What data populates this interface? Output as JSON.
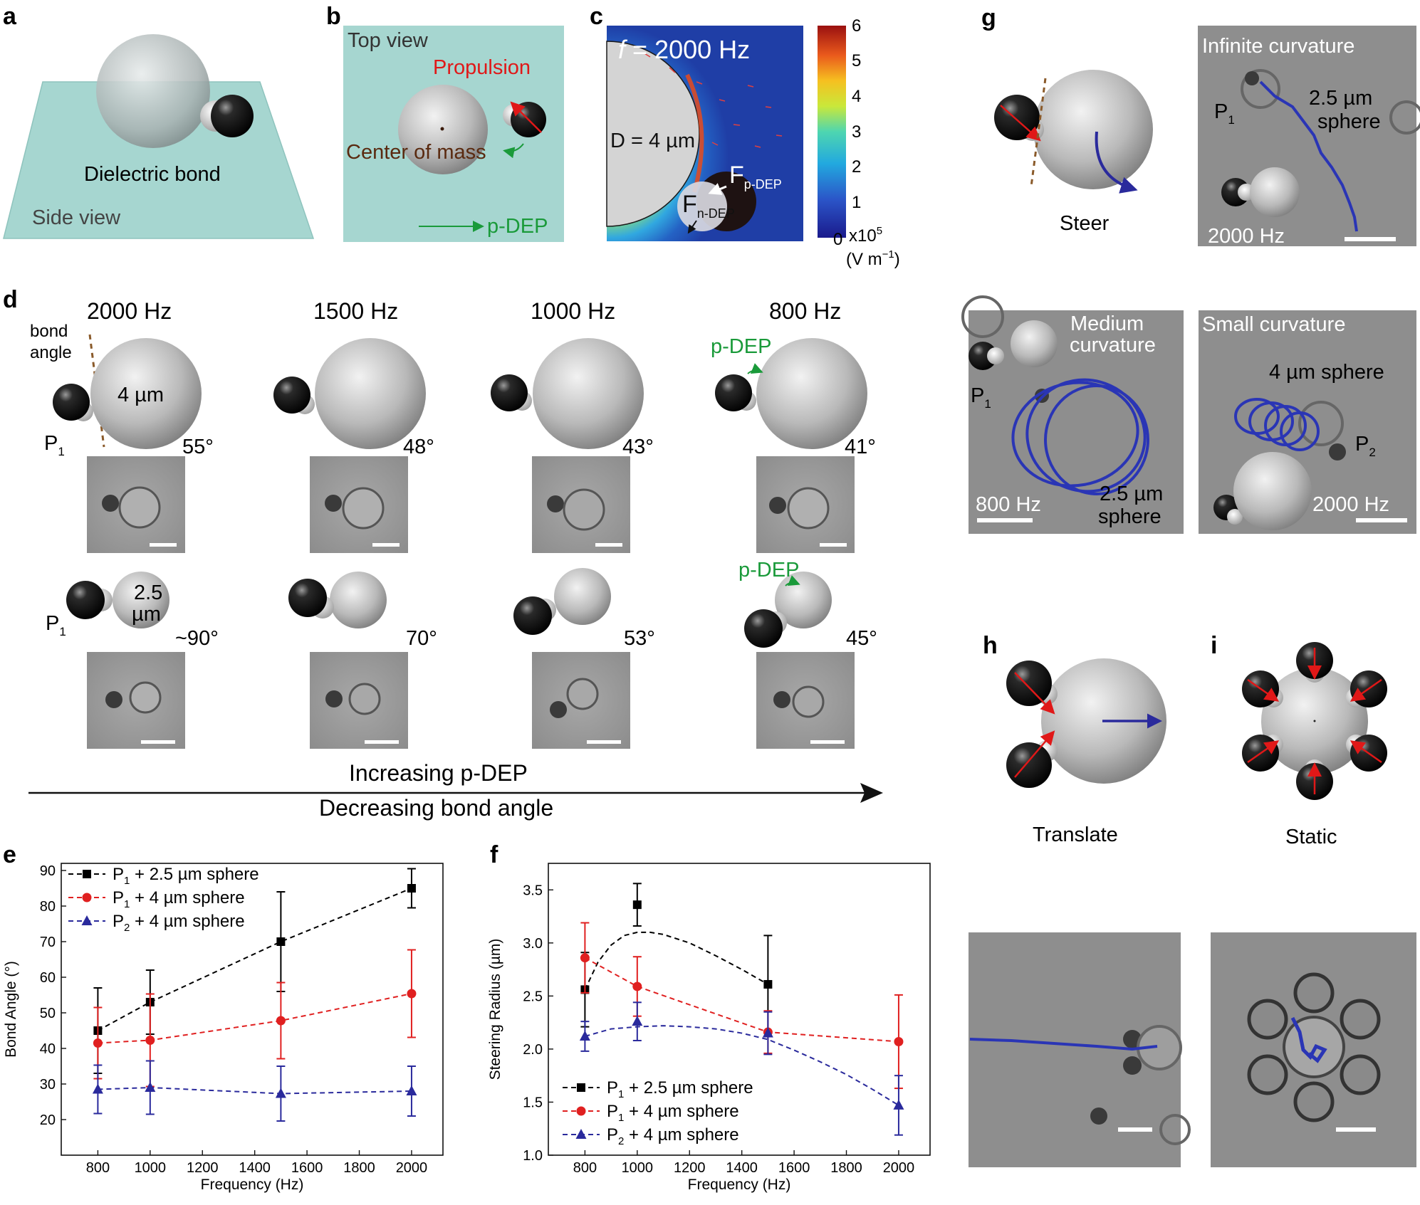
{
  "panels": {
    "a": {
      "label": "a",
      "bond": "Dielectric bond",
      "view": "Side view"
    },
    "b": {
      "label": "b",
      "view": "Top view",
      "propulsion": "Propulsion",
      "com": "Center of mass",
      "pdep": "p-DEP"
    },
    "c": {
      "label": "c",
      "f_italic": "f",
      "freq": " = 2000 Hz",
      "d": "D = 4 µm",
      "fn": "F",
      "fn_sub": "n-DEP",
      "fp": "F",
      "fp_sub": "p-DEP",
      "cbar_ticks": [
        "6",
        "5",
        "4",
        "3",
        "2",
        "1",
        "0"
      ],
      "cbar_unit1": "x10",
      "cbar_exp": "5",
      "cbar_unit2": "(V m",
      "cbar_unit2_exp": "−1",
      "cbar_unit2_end": ")"
    },
    "d": {
      "label": "d",
      "freqs": [
        "2000 Hz",
        "1500 Hz",
        "1000 Hz",
        "800 Hz"
      ],
      "bond_angle": "bond\nangle",
      "bond_angle_1": "bond",
      "bond_angle_2": "angle",
      "size4": "4 µm",
      "size25_1": "2.5",
      "size25_2": "µm",
      "p1": "P",
      "p1_sub": "1",
      "angles_4um": [
        "55°",
        "48°",
        "43°",
        "41°"
      ],
      "angles_25um": [
        "~90°",
        "70°",
        "53°",
        "45°"
      ],
      "pdep": "p-DEP",
      "increasing": "Increasing p-DEP",
      "decreasing": "Decreasing bond angle"
    },
    "g": {
      "label": "g",
      "steer": "Steer",
      "inf": "Infinite curvature",
      "inf_p1": "P",
      "inf_p1_sub": "1",
      "inf_sphere1": "2.5 µm",
      "inf_sphere2": "sphere",
      "inf_freq": "2000 Hz",
      "med1": "Medium",
      "med2": "curvature",
      "med_p1": "P",
      "med_p1_sub": "1",
      "med_freq": "800 Hz",
      "med_sphere1": "2.5 µm",
      "med_sphere2": "sphere",
      "small": "Small curvature",
      "small_sphere": "4 µm sphere",
      "small_p2": "P",
      "small_p2_sub": "2",
      "small_freq": "2000 Hz"
    },
    "h": {
      "label": "h",
      "caption": "Translate"
    },
    "i": {
      "label": "i",
      "caption": "Static"
    }
  },
  "chart_data": [
    {
      "panel": "e",
      "type": "line",
      "xlabel": "Frequency (Hz)",
      "ylabel": "Bond Angle (°)",
      "xlim": [
        660,
        2120
      ],
      "ylim": [
        10,
        92
      ],
      "xticks": [
        800,
        1000,
        1200,
        1400,
        1600,
        1800,
        2000
      ],
      "yticks": [
        20,
        30,
        40,
        50,
        60,
        70,
        80,
        90
      ],
      "legend_position": "top-left",
      "series": [
        {
          "name": "P1 + 2.5 µm sphere",
          "color": "#000000",
          "marker": "square",
          "x": [
            800,
            1000,
            1500,
            2000
          ],
          "y": [
            45,
            53,
            70,
            85
          ],
          "err": [
            12,
            9,
            14,
            5.5
          ]
        },
        {
          "name": "P1 + 4 µm sphere",
          "color": "#e02020",
          "marker": "circle",
          "x": [
            800,
            1000,
            1500,
            2000
          ],
          "y": [
            41.5,
            42.3,
            47.8,
            55.4
          ],
          "err": [
            10,
            13,
            10.7,
            12.3
          ]
        },
        {
          "name": "P2 + 4 µm sphere",
          "color": "#2a2a9c",
          "marker": "triangle",
          "x": [
            800,
            1000,
            1500,
            2000
          ],
          "y": [
            28.5,
            29,
            27.3,
            28
          ],
          "err": [
            6.8,
            7.5,
            7.7,
            7
          ]
        }
      ]
    },
    {
      "panel": "f",
      "type": "line",
      "xlabel": "Frequency (Hz)",
      "ylabel": "Steering Radius (µm)",
      "xlim": [
        660,
        2120
      ],
      "ylim": [
        1.0,
        3.75
      ],
      "xticks": [
        800,
        1000,
        1200,
        1400,
        1600,
        1800,
        2000
      ],
      "yticks": [
        1.0,
        1.5,
        2.0,
        2.5,
        3.0,
        3.5
      ],
      "legend_position": "bottom-left",
      "series": [
        {
          "name": "P1 + 2.5 µm sphere",
          "color": "#000000",
          "marker": "square",
          "x": [
            800,
            1000,
            1500
          ],
          "y": [
            2.56,
            3.36,
            2.61
          ],
          "err": [
            0.35,
            0.2,
            0.46
          ],
          "fit_x": [
            800,
            850,
            900,
            950,
            1000,
            1050,
            1100,
            1200,
            1300,
            1400,
            1500
          ],
          "fit_y": [
            2.56,
            2.82,
            2.98,
            3.07,
            3.1,
            3.1,
            3.08,
            3.0,
            2.88,
            2.75,
            2.61
          ]
        },
        {
          "name": "P1 + 4 µm sphere",
          "color": "#e02020",
          "marker": "circle",
          "x": [
            800,
            1000,
            1500,
            2000
          ],
          "y": [
            2.86,
            2.59,
            2.16,
            2.07
          ],
          "err": [
            0.33,
            0.28,
            0.2,
            0.44
          ]
        },
        {
          "name": "P2 + 4 µm sphere",
          "color": "#2a2a9c",
          "marker": "triangle",
          "x": [
            800,
            1000,
            1500,
            2000
          ],
          "y": [
            2.12,
            2.26,
            2.15,
            1.47
          ],
          "err": [
            0.14,
            0.18,
            0.2,
            0.28
          ],
          "fit_x": [
            800,
            900,
            1000,
            1100,
            1200,
            1300,
            1400,
            1500,
            1600,
            1700,
            1800,
            1900,
            2000
          ],
          "fit_y": [
            2.12,
            2.19,
            2.21,
            2.22,
            2.21,
            2.19,
            2.15,
            2.09,
            1.99,
            1.88,
            1.76,
            1.62,
            1.47
          ]
        }
      ]
    }
  ]
}
